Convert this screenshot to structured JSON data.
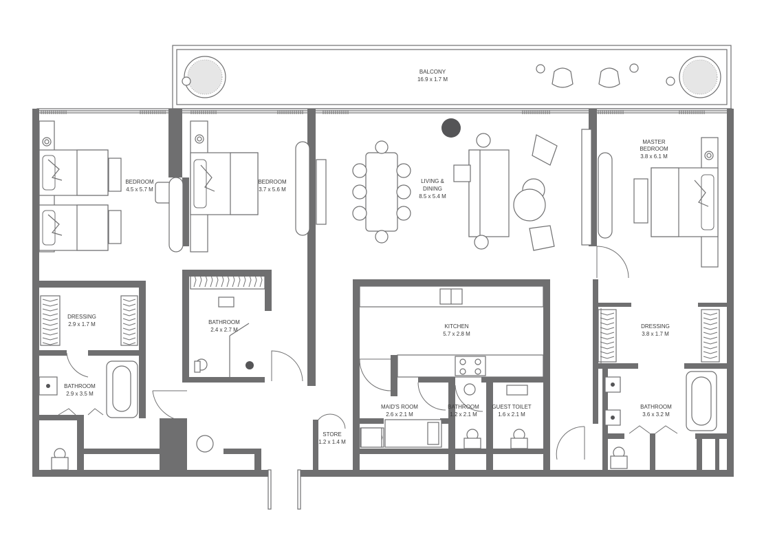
{
  "rooms": {
    "balcony": {
      "name": "BALCONY",
      "size": "16.9 x 1.7 M"
    },
    "bedroom1": {
      "name": "BEDROOM",
      "size": "4.5 x 5.7 M"
    },
    "bedroom2": {
      "name": "BEDROOM",
      "size": "3.7 x 5.6 M"
    },
    "living": {
      "name1": "LIVING &",
      "name2": "DINING",
      "size": "8.5 x 5.4 M"
    },
    "master": {
      "name1": "MASTER",
      "name2": "BEDROOM",
      "size": "3.8 x 6.1 M"
    },
    "dressing1": {
      "name": "DRESSING",
      "size": "2.9 x 1.7 M"
    },
    "bathroom_mid": {
      "name": "BATHROOM",
      "size": "2.4 x 2.7 M"
    },
    "kitchen": {
      "name": "KITCHEN",
      "size": "5.7 x 2.8 M"
    },
    "dressing2": {
      "name": "DRESSING",
      "size": "3.8 x 1.7 M"
    },
    "bathroom_left": {
      "name": "BATHROOM",
      "size": "2.9 x 3.5 M"
    },
    "maids_room": {
      "name": "MAID'S ROOM",
      "size": "2.6 x 2.1 M"
    },
    "bathroom_maid": {
      "name": "BATHROOM",
      "size": "1.2 x 2.1 M"
    },
    "guest_toilet": {
      "name": "GUEST TOILET",
      "size": "1.6 x 2.1 M"
    },
    "bathroom_master": {
      "name": "BATHROOM",
      "size": "3.6 x 3.2 M"
    },
    "store": {
      "name": "STORE",
      "size": "1.2 x 1.4 M"
    }
  },
  "colors": {
    "wall": "#6f6f70",
    "background": "#ffffff",
    "text": "#3a3a3a"
  }
}
